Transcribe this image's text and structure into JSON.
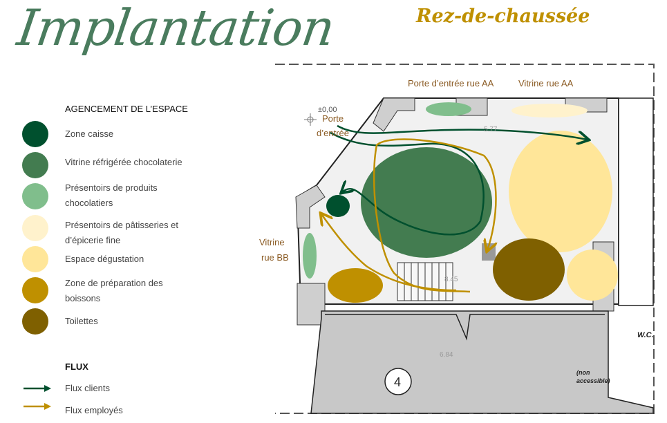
{
  "header": {
    "title": "Implantation",
    "subtitle": "Rez-de-chaussée"
  },
  "legend": {
    "heading": "AGENCEMENT DE L’ESPACE",
    "items": [
      {
        "label": "Zone caisse",
        "color": "#00502e"
      },
      {
        "label": "Vitrine réfrigérée chocolaterie",
        "color": "#437c50"
      },
      {
        "label": "Présentoirs de produits chocolatiers",
        "color": "#80be8c"
      },
      {
        "label": "Présentoirs de pâtisseries et d’épicerie fine",
        "color": "#fff2cc"
      },
      {
        "label": "Espace dégustation",
        "color": "#ffe699"
      },
      {
        "label": "Zone de préparation des boissons",
        "color": "#bf9000"
      },
      {
        "label": "Toilettes",
        "color": "#7f6000"
      }
    ],
    "flux_heading": "FLUX",
    "flux": [
      {
        "label": "Flux clients",
        "color": "#00502e"
      },
      {
        "label": "Flux employés",
        "color": "#bf9000"
      }
    ]
  },
  "plan": {
    "labels": {
      "door_aa": "Porte d’entrée rue AA",
      "vitrine_aa": "Vitrine rue AA",
      "vitrine_bb_1": "Vitrine",
      "vitrine_bb_2": "rue BB",
      "level": "±0,00",
      "door_1": "Porte",
      "door_2": "d’entrée",
      "dim_1": "5.77",
      "dim_2": "8.45",
      "dim_3": "6.84",
      "room_number": "4",
      "non_1": "(non",
      "non_2": "accessible)",
      "wc": "W.C."
    }
  }
}
